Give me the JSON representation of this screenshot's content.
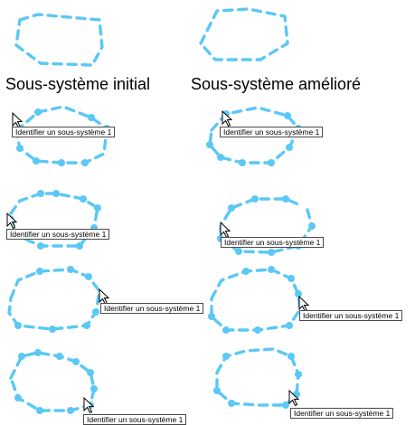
{
  "headings": {
    "initial": "Sous-système initial",
    "improved": "Sous-système amélioré"
  },
  "tooltip_text": "Identifier un sous-système 1",
  "colors": {
    "outline": "#5bc8f5",
    "tooltip_border": "#4a4a4a",
    "cursor_fill": "#ffffff",
    "cursor_stroke": "#000000"
  },
  "icons": {
    "cursor": "mouse-pointer-icon"
  }
}
